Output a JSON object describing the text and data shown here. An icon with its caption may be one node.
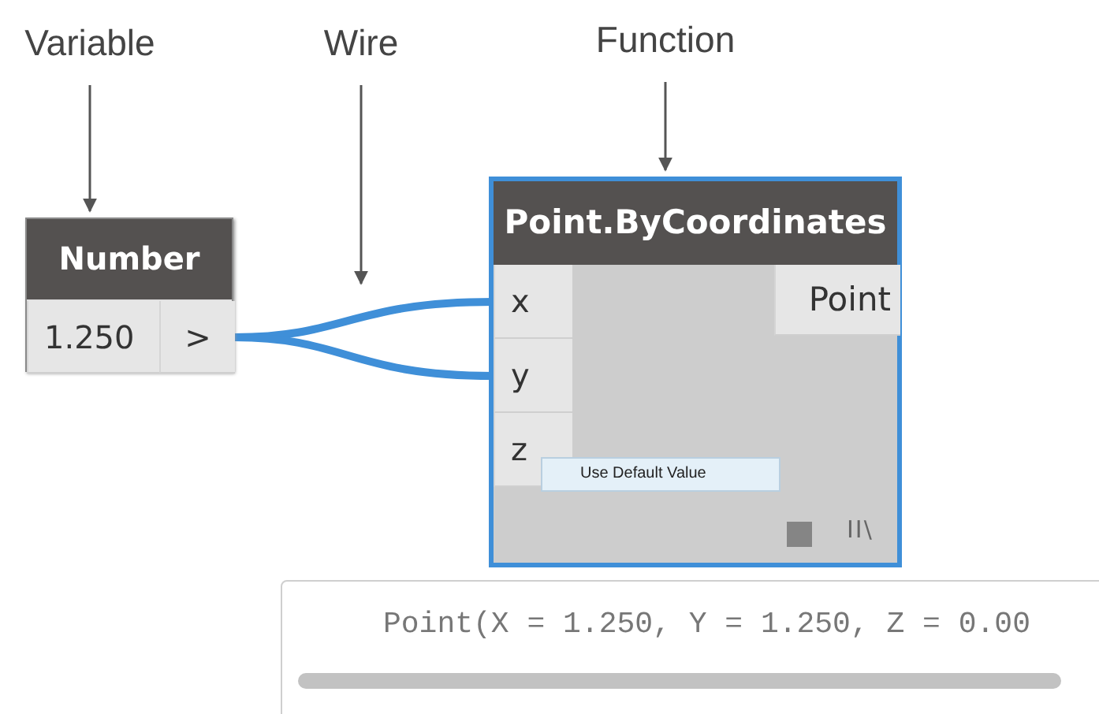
{
  "diagram": {
    "nodes": [
      {
        "text": [
          "Variable"
        ]
      },
      {
        "text": [
          "Wire"
        ]
      },
      {
        "text": [
          "Function"
        ]
      },
      {
        "text": [
          "Number"
        ]
      },
      {
        "text": [
          "1.250"
        ],
        "in": 3
      },
      {
        "text": [
          ">"
        ],
        "in": 3
      },
      {
        "text": [
          "Point.ByCoordinates"
        ]
      },
      {
        "text": [
          "x"
        ],
        "in": 6
      },
      {
        "text": [
          "y"
        ],
        "in": 6
      },
      {
        "text": [
          "z"
        ],
        "in": 6
      },
      {
        "text": [
          "Point"
        ],
        "in": 6
      },
      {
        "text": [
          "Use Default Value"
        ],
        "in": 6
      },
      {
        "text": [
          "Point(X = 1.250, Y = 1.250, Z = 0.00"
        ]
      }
    ],
    "edges": [
      {
        "from": 0,
        "to": 3,
        "arrow": "to"
      },
      {
        "from": 1,
        "to": null,
        "arrow": "to"
      },
      {
        "from": 2,
        "to": 6,
        "arrow": "to"
      },
      {
        "from": 5,
        "to": 7,
        "arrow": "none",
        "style": "thick",
        "color": "#3f8fd8"
      },
      {
        "from": 5,
        "to": 8,
        "arrow": "none",
        "style": "thick",
        "color": "#3f8fd8"
      }
    ],
    "labels": [
      "II\\"
    ]
  }
}
